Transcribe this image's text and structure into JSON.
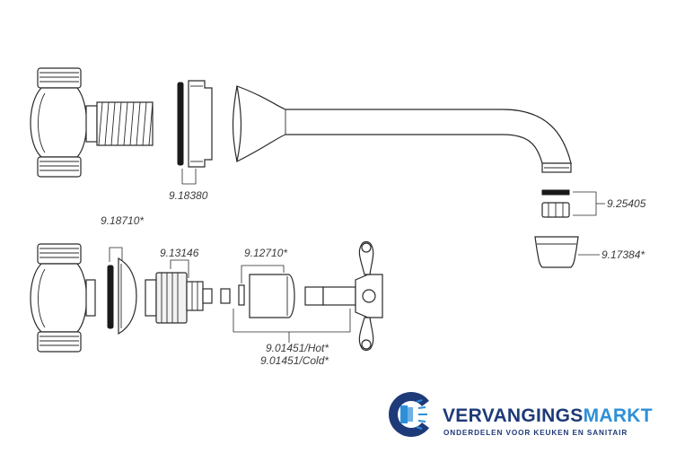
{
  "labels": {
    "p_918380": "9.18380",
    "p_925405": "9.25405",
    "p_917384": "9.17384*",
    "p_918710": "9.18710*",
    "p_913146": "9.13146",
    "p_912710": "9.12710*",
    "p_901451_hot": "9.01451/Hot*",
    "p_901451_cold": "9.01451/Cold*"
  },
  "brand": {
    "name_bold": "VERVANGINGS",
    "name_light": "MARKT",
    "tagline": "ONDERDELEN VOOR KEUKEN EN SANITAIR",
    "color_primary": "#1e3a78",
    "color_accent": "#2e8fd8"
  }
}
